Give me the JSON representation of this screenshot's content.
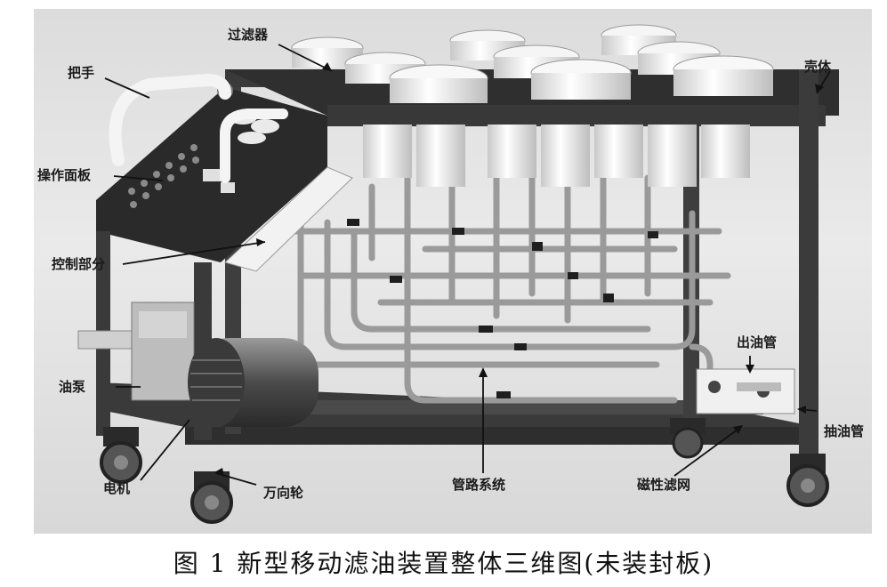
{
  "labels": {
    "filter": "过滤器",
    "shell": "壳体",
    "handle": "把手",
    "panel": "操作面板",
    "control": "控制部分",
    "outlet": "出油管",
    "pump": "油泵",
    "inlet": "抽油管",
    "motor": "电机",
    "caster": "万向轮",
    "piping": "管路系统",
    "magnetic": "磁性滤网"
  },
  "caption": "图 1 新型移动滤油装置整体三维图(未装封板)"
}
